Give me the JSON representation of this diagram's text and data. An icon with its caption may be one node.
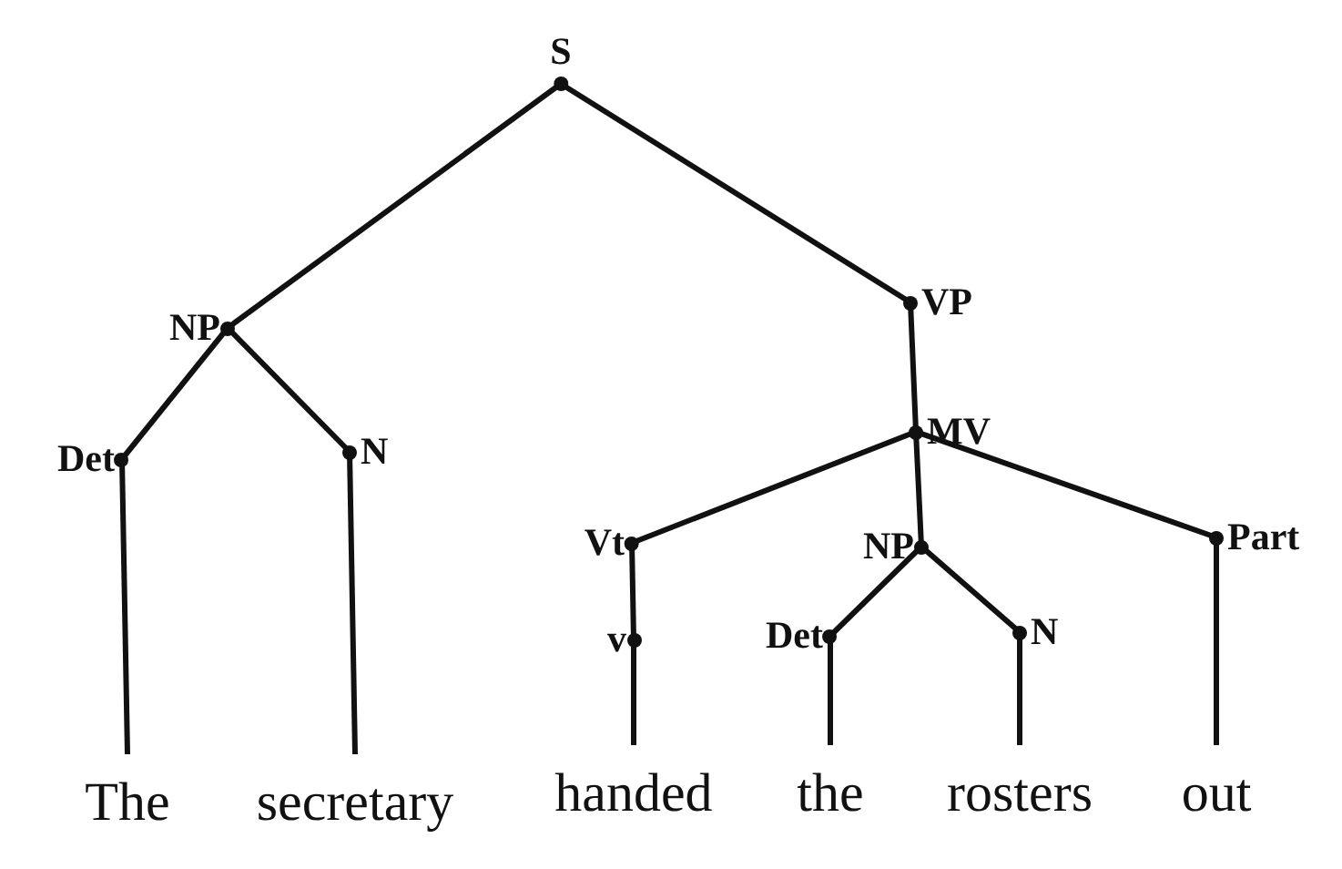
{
  "diagram": {
    "nodes": [
      {
        "text": [
          "S"
        ]
      },
      {
        "text": [
          "NP"
        ]
      },
      {
        "text": [
          "VP"
        ]
      },
      {
        "text": [
          "Det"
        ]
      },
      {
        "text": [
          "N"
        ]
      },
      {
        "text": [
          "MV"
        ]
      },
      {
        "text": [
          "Vt"
        ]
      },
      {
        "text": [
          "NP"
        ]
      },
      {
        "text": [
          "Part"
        ]
      },
      {
        "text": [
          "v"
        ]
      },
      {
        "text": [
          "Det"
        ]
      },
      {
        "text": [
          "N"
        ]
      },
      {
        "text": [
          "The"
        ]
      },
      {
        "text": [
          "secretary"
        ]
      },
      {
        "text": [
          "handed"
        ]
      },
      {
        "text": [
          "the"
        ]
      },
      {
        "text": [
          "rosters"
        ]
      },
      {
        "text": [
          "out"
        ]
      }
    ],
    "edges": [
      {
        "from": 0,
        "to": 1,
        "arrow": "none"
      },
      {
        "from": 0,
        "to": 2,
        "arrow": "none"
      },
      {
        "from": 1,
        "to": 3,
        "arrow": "none"
      },
      {
        "from": 1,
        "to": 4,
        "arrow": "none"
      },
      {
        "from": 2,
        "to": 5,
        "arrow": "none"
      },
      {
        "from": 5,
        "to": 6,
        "arrow": "none"
      },
      {
        "from": 5,
        "to": 7,
        "arrow": "none"
      },
      {
        "from": 5,
        "to": 8,
        "arrow": "none"
      },
      {
        "from": 6,
        "to": 9,
        "arrow": "none"
      },
      {
        "from": 7,
        "to": 10,
        "arrow": "none"
      },
      {
        "from": 7,
        "to": 11,
        "arrow": "none"
      },
      {
        "from": 3,
        "to": 12,
        "arrow": "none"
      },
      {
        "from": 4,
        "to": 13,
        "arrow": "none"
      },
      {
        "from": 9,
        "to": 14,
        "arrow": "none"
      },
      {
        "from": 10,
        "to": 15,
        "arrow": "none"
      },
      {
        "from": 11,
        "to": 16,
        "arrow": "none"
      },
      {
        "from": 8,
        "to": 17,
        "arrow": "none"
      }
    ]
  }
}
